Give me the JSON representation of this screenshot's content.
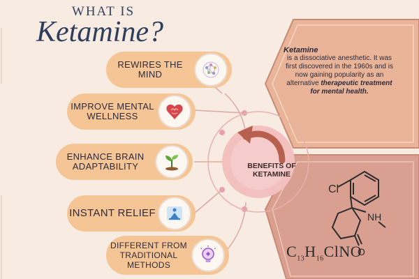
{
  "title": {
    "small": "WHAT IS",
    "big": "Ketamine?"
  },
  "benefits_center": "BENEFITS OF KETAMINE",
  "items": [
    {
      "label": "REWIRES THE MIND",
      "icon": "brain-network-icon"
    },
    {
      "label": "IMPROVE MENTAL WELLNESS",
      "icon": "heart-brain-icon"
    },
    {
      "label": "ENHANCE BRAIN ADAPTABILITY",
      "icon": "sprout-icon"
    },
    {
      "label": "INSTANT RELIEF",
      "icon": "meditation-icon"
    },
    {
      "label": "DIFFERENT FROM TRADITIONAL METHODS",
      "icon": "lightbulb-icon"
    }
  ],
  "description": {
    "keyword": "Ketamine",
    "text_plain": "is a dissociative anesthetic. It was first discovered in the 1960s and is now gaining popularity as an alternative",
    "text_emphasis": "therapeutic treatment for mental health."
  },
  "structure": {
    "cl_label": "Cl",
    "nh_label": "NH",
    "o_label": "O"
  },
  "formula": {
    "c": "C",
    "c_count": "13",
    "h": "H",
    "h_count": "16",
    "rest": "ClNO"
  },
  "colors": {
    "background": "#f8ece2",
    "pill": "#f6c595",
    "panel": "#e8b196",
    "panel_dark": "#d99f8c",
    "connector": "#e0a9a0",
    "title": "#2f3e5c"
  }
}
